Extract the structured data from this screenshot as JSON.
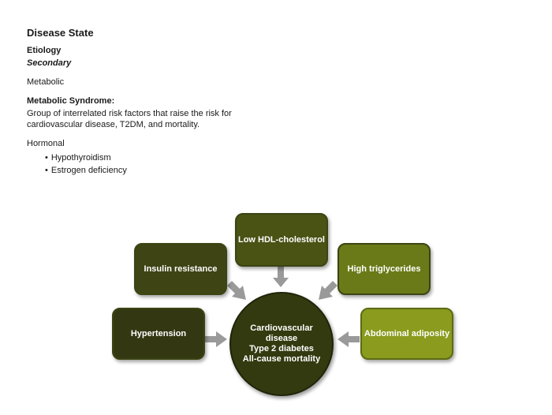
{
  "title": "Disease State",
  "etiology": {
    "heading": "Etiology",
    "subheading": "Secondary"
  },
  "metabolic": "Metabolic",
  "metabolic_syndrome": {
    "heading": "Metabolic Syndrome:",
    "description": "Group of interrelated risk factors that raise the risk for cardiovascular disease, T2DM, and mortality."
  },
  "hormonal": {
    "heading": "Hormonal",
    "items": [
      "Hypothyroidism",
      "Estrogen deficiency"
    ]
  },
  "diagram": {
    "risk_factors": {
      "hdl": "Low HDL-cholesterol",
      "insulin": "Insulin resistance",
      "triglycerides": "High triglycerides",
      "hypertension": "Hypertension",
      "adiposity": "Abdominal adiposity"
    },
    "outcomes": [
      "Cardiovascular",
      "disease",
      "Type 2 diabetes",
      "All-cause mortality"
    ],
    "colors": {
      "hdl": "#4a5214",
      "insulin": "#3e4414",
      "triglycerides": "#6b7a18",
      "hypertension": "#333812",
      "adiposity": "#8a9b1e",
      "center": "#343a10",
      "arrow": "#9a9a9a"
    }
  }
}
